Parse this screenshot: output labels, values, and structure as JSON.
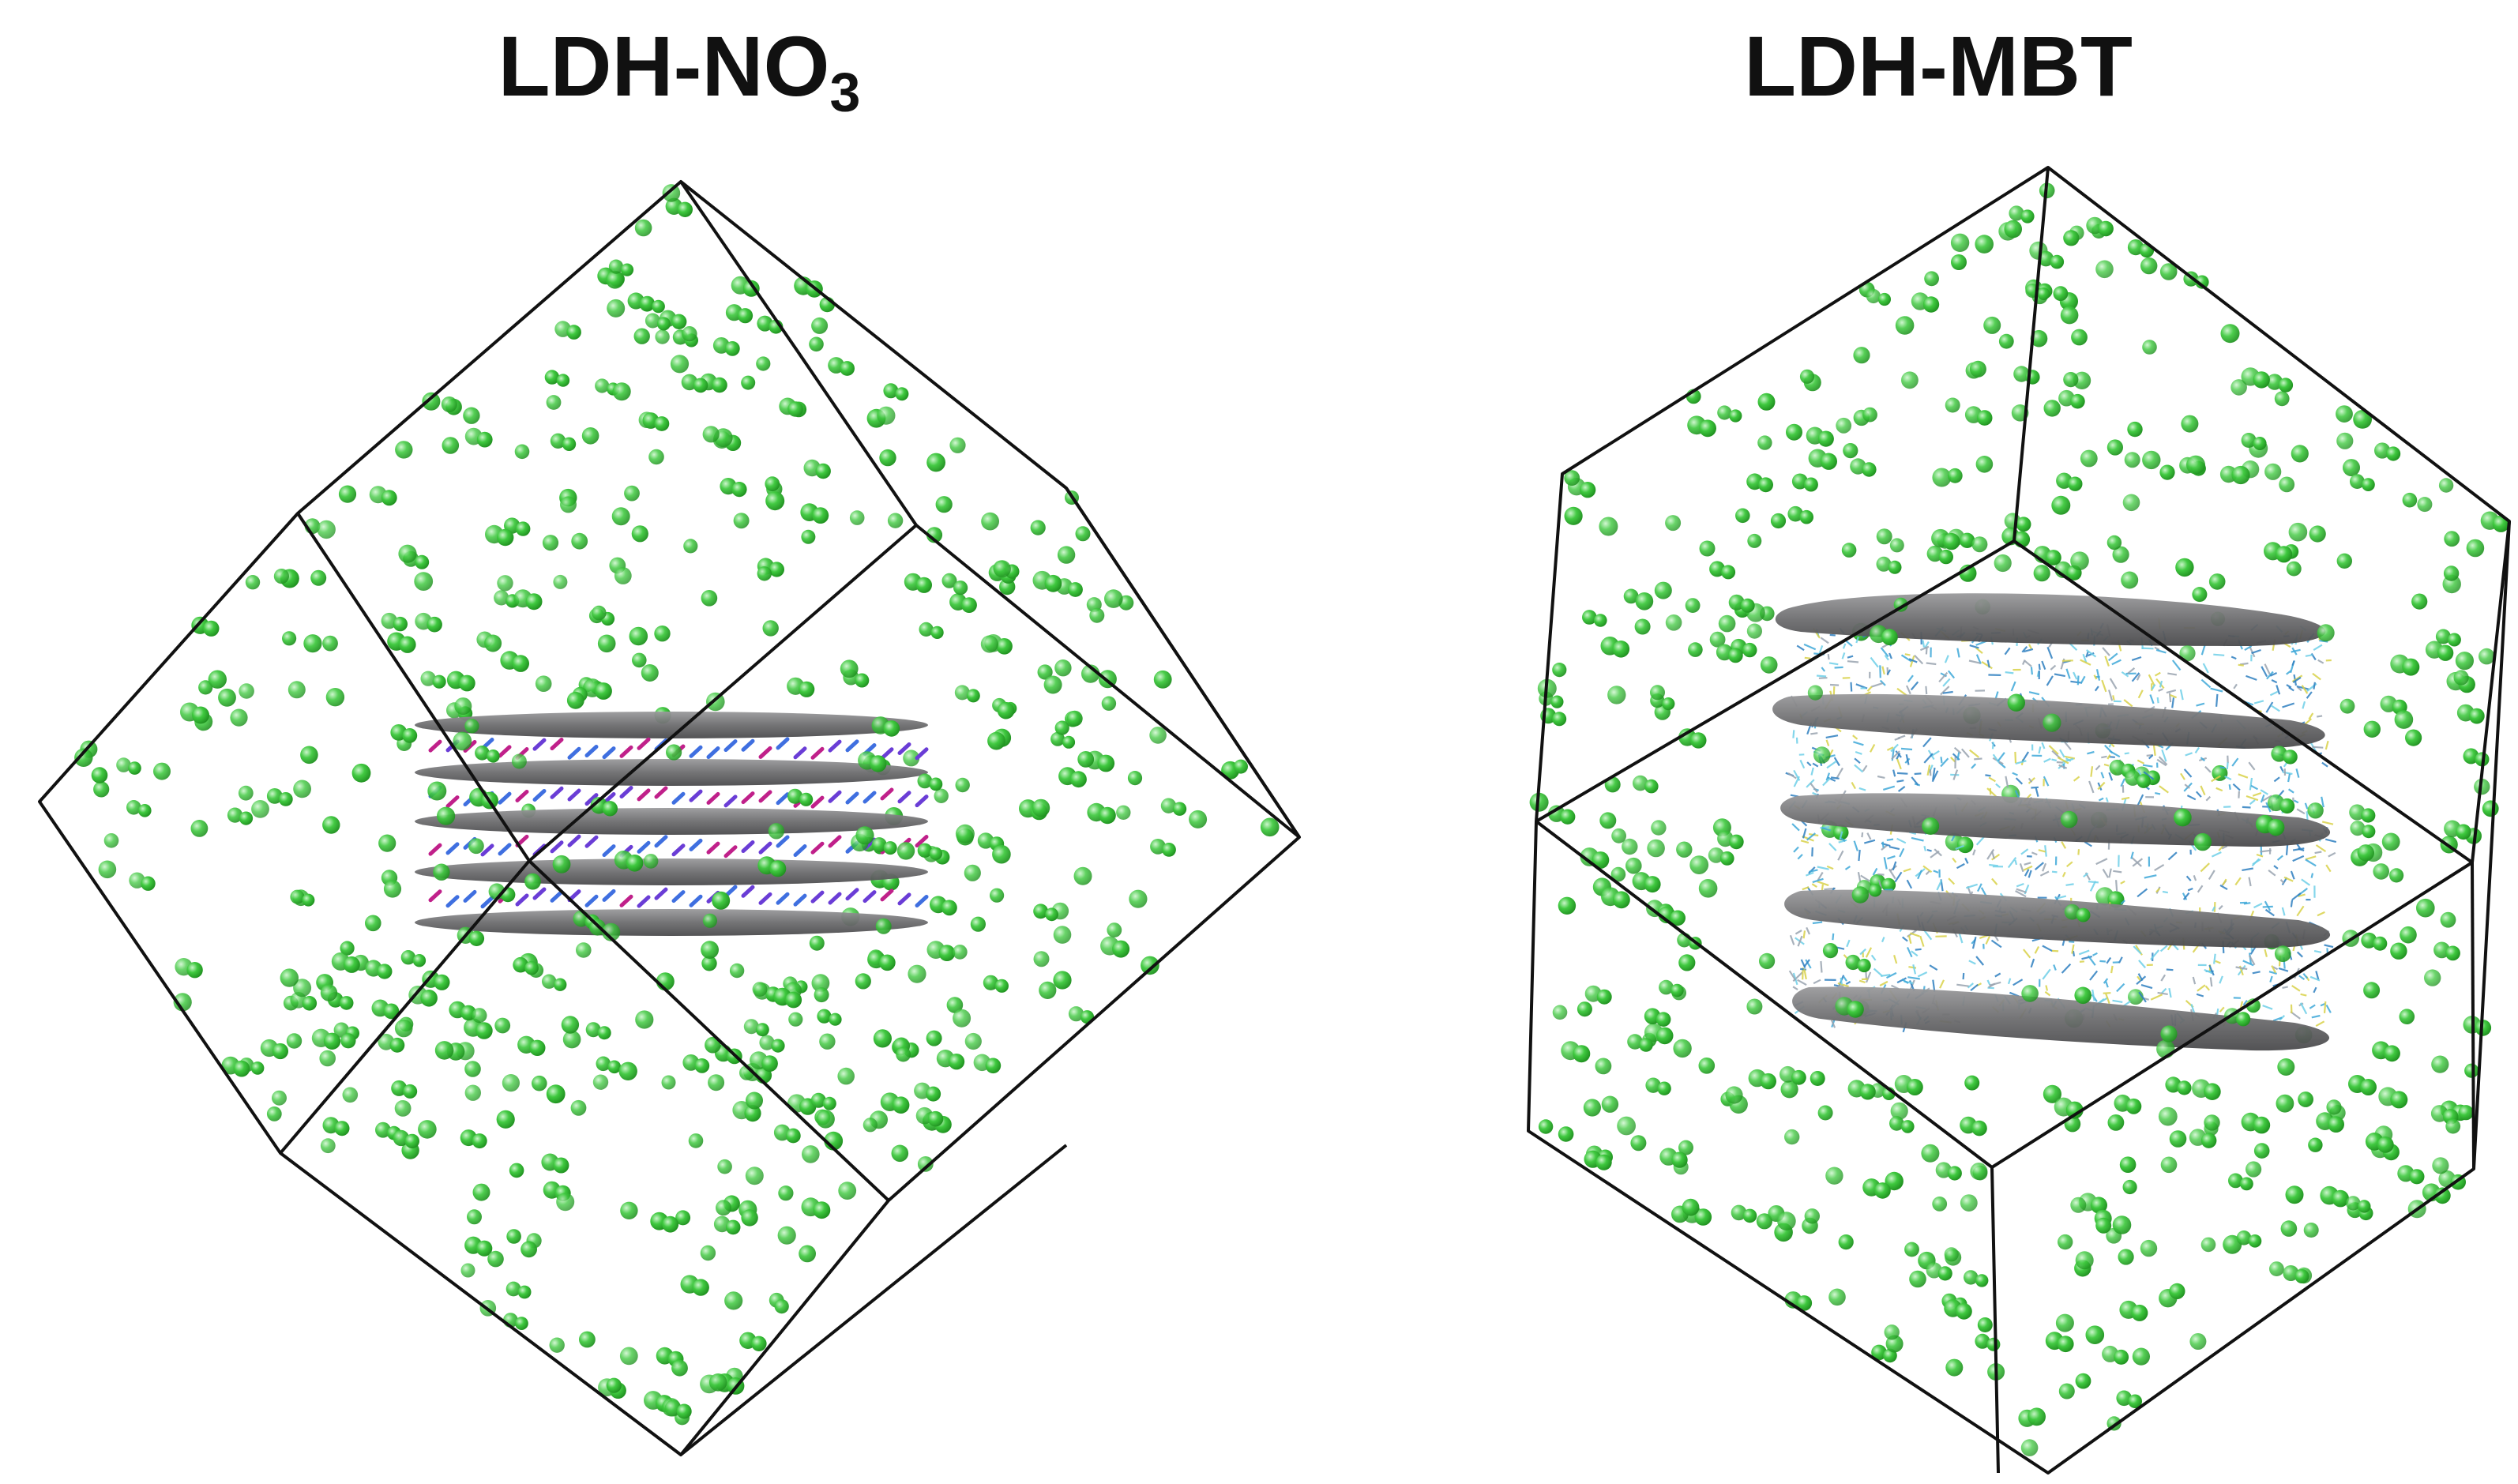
{
  "figure": {
    "panels": [
      {
        "id": "no3",
        "title_main": "LDH-NO",
        "title_sub": "3",
        "interlayer": "nitrate"
      },
      {
        "id": "mbt",
        "title_main": "LDH-MBT",
        "title_sub": "",
        "interlayer": "mbt"
      }
    ]
  },
  "colors": {
    "background": "#ffffff",
    "box_edges": "#111111",
    "counter_ions": "#3fc93f",
    "ldh_layers": "#6d6d6f",
    "nitrate_atoms": [
      "#c0208a",
      "#6a3dd6",
      "#3f6fe0"
    ],
    "mbt_atoms": [
      "#3fa9d9",
      "#6fd0e8",
      "#2e7fc0",
      "#d9d24a",
      "#9aa4b0"
    ]
  }
}
